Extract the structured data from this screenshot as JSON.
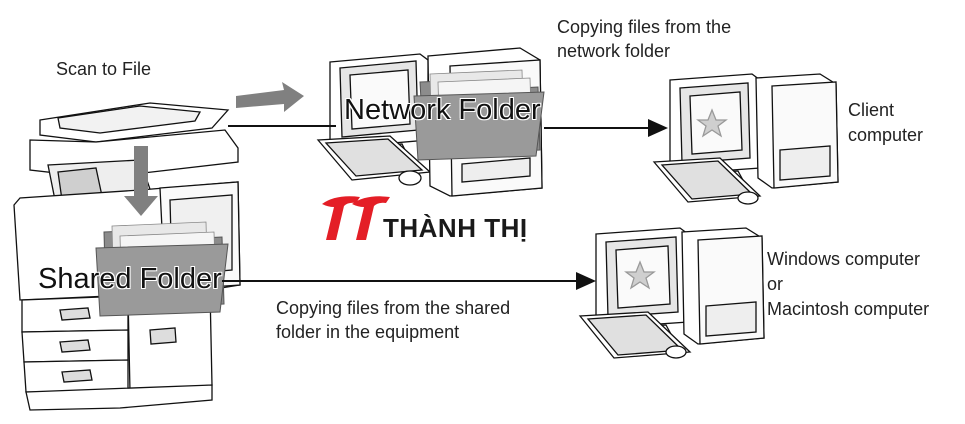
{
  "labels": {
    "scan_to_file": "Scan to File",
    "network_folder": "Network Folder",
    "shared_folder": "Shared Folder",
    "copy_network_line1": "Copying files from the",
    "copy_network_line2": "network folder",
    "client_line1": "Client",
    "client_line2": "computer",
    "copy_shared_line1": "Copying files from the shared",
    "copy_shared_line2": "folder in the equipment",
    "windows_line1": "Windows computer",
    "windows_line2": "or",
    "windows_line3": "Macintosh computer"
  },
  "watermark": {
    "text": "THÀNH THỊ",
    "mark_color": "#e41e26",
    "text_color": "#1a1a1a"
  },
  "colors": {
    "line": "#111111",
    "arrow_gray": "#808080",
    "folder_gray": "#8c8c8c"
  }
}
